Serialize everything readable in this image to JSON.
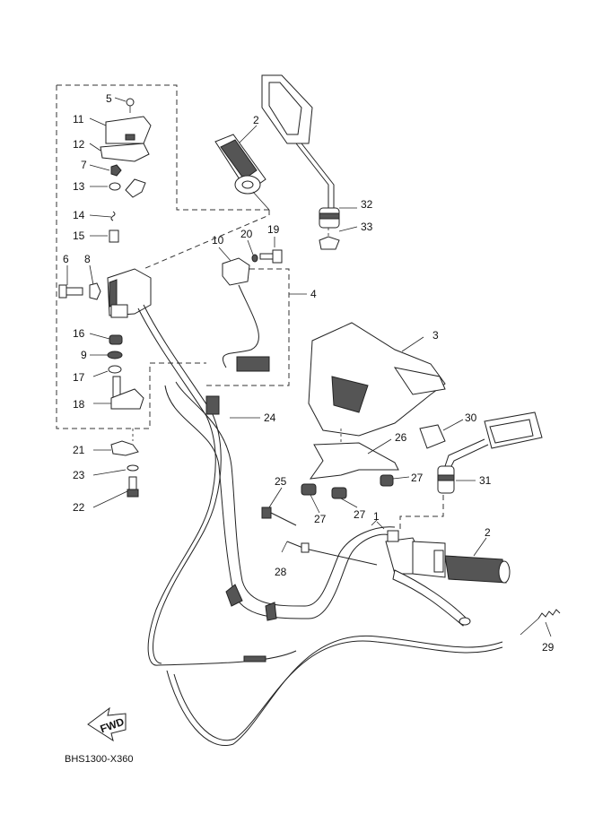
{
  "diagram": {
    "code": "BHS1300-X360",
    "fwd_label": "FWD",
    "callouts": {
      "c1": "1",
      "c2a": "2",
      "c2b": "2",
      "c3": "3",
      "c4": "4",
      "c5": "5",
      "c6": "6",
      "c7": "7",
      "c8": "8",
      "c9": "9",
      "c10": "10",
      "c11": "11",
      "c12": "12",
      "c13": "13",
      "c14": "14",
      "c15": "15",
      "c16": "16",
      "c17": "17",
      "c18": "18",
      "c19": "19",
      "c20": "20",
      "c21": "21",
      "c22": "22",
      "c23": "23",
      "c24": "24",
      "c25": "25",
      "c26": "26",
      "c27a": "27",
      "c27b": "27",
      "c27c": "27",
      "c28": "28",
      "c29": "29",
      "c30": "30",
      "c31": "31",
      "c32": "32",
      "c33": "33"
    }
  }
}
